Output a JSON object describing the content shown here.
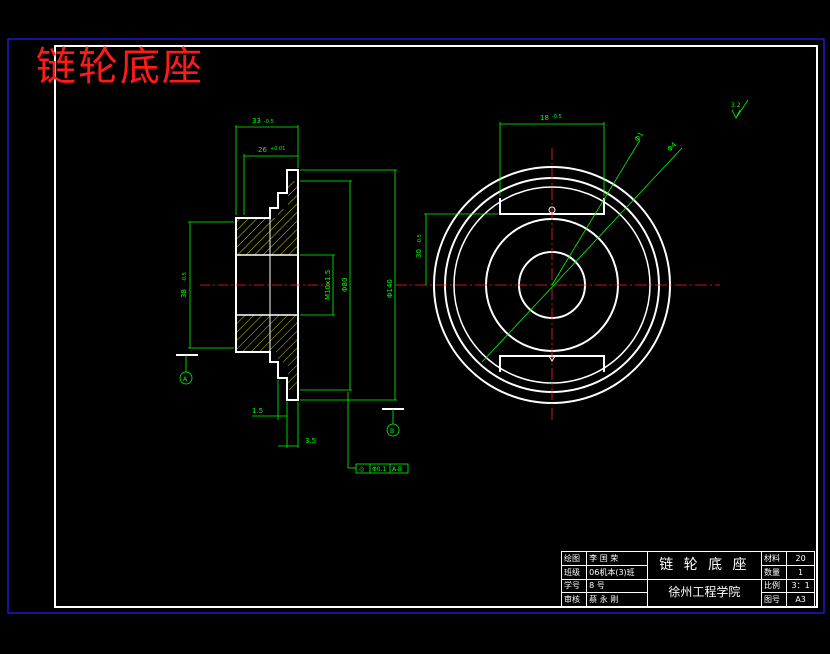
{
  "drawing_title": "链轮底座",
  "dimensions": {
    "d33": "33",
    "tol_33": "-0.5",
    "d26": "26",
    "tol_26": "+0.01",
    "d18": "18",
    "tol_18": "-0.5",
    "d1_5": "1.5",
    "d3_5": "3.5",
    "d30": "30",
    "tol_30": "-0.5",
    "m10": "M10x1.5",
    "phi80": "Φ80",
    "phi140": "Φ140",
    "phi1": "Φ1",
    "phi4": "Φ4",
    "d38": "38",
    "tol_38": "-0.5",
    "roughness": "3.2"
  },
  "datum": {
    "a": "A",
    "b": "B"
  },
  "geo_tol": {
    "symbol": "◎",
    "value": "Φ0.1",
    "ref": "A-B"
  },
  "title_block": {
    "drawn_label": "绘图",
    "drawn_value": "李 国 荣",
    "class_label": "班级",
    "class_value": "06机本(3)班",
    "student_label": "学号",
    "student_value": "8 号",
    "review_label": "审核",
    "review_value": "蔡 永 刚",
    "part_name": "链 轮 底 座",
    "school": "徐州工程学院",
    "material_label": "材料",
    "material_value": "20",
    "qty_label": "数量",
    "qty_value": "1",
    "scale_label": "比例",
    "scale_value": "3：1",
    "drawing_no_label": "图号",
    "drawing_no_value": "A3"
  }
}
